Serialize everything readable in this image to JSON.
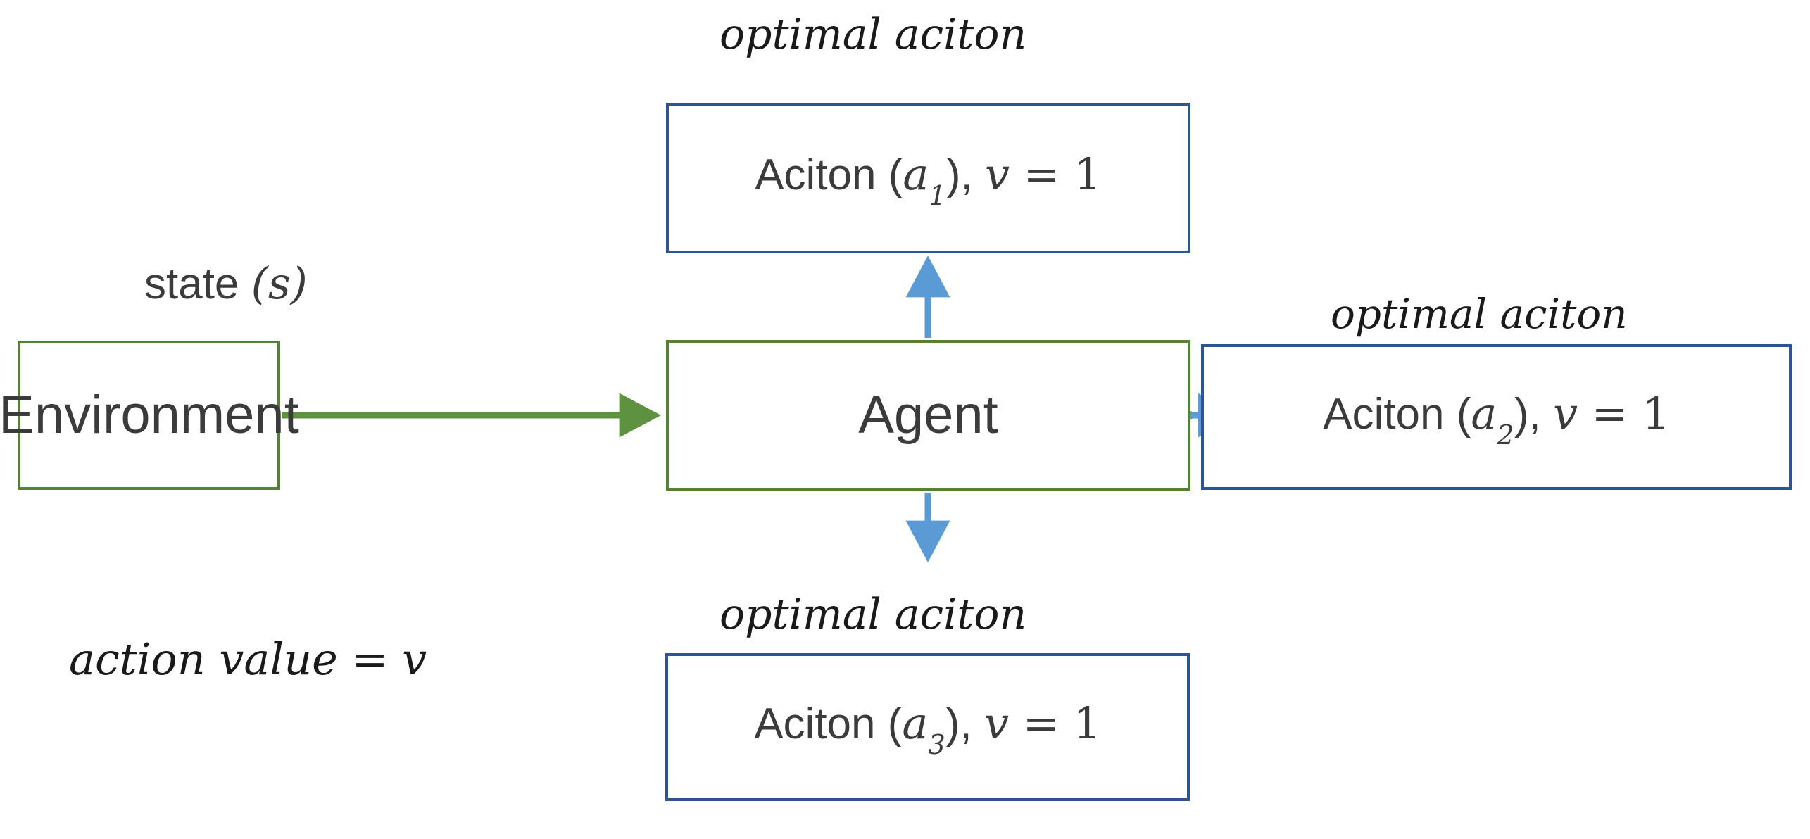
{
  "diagram": {
    "title": "Reinforcement learning agent-environment interaction",
    "background": "#ffffff",
    "colors": {
      "green_border": "#548235",
      "blue_border": "#2e5496",
      "green_arrow": "#5f9240",
      "blue_arrow": "#5b9bd5",
      "text": "#3b3b3b"
    }
  },
  "nodes": {
    "environment": {
      "label": "Environment",
      "border_color": "#548235"
    },
    "agent": {
      "label": "Agent",
      "border_color": "#548235"
    },
    "action_1": {
      "prefix": "Aciton (",
      "symbol": "a",
      "subscript": "1",
      "suffix": "), ",
      "value_symbol": "v",
      "equals": " = ",
      "value": "1",
      "full_text": "Aciton (a1), v = 1",
      "border_color": "#2e5496"
    },
    "action_2": {
      "prefix": "Aciton (",
      "symbol": "a",
      "subscript": "2",
      "suffix": "), ",
      "value_symbol": "v",
      "equals": " = ",
      "value": "1",
      "full_text": "Aciton (a2), v = 1",
      "border_color": "#2e5496"
    },
    "action_3": {
      "prefix": "Aciton (",
      "symbol": "a",
      "subscript": "3",
      "suffix": "), ",
      "value_symbol": "v",
      "equals": " = ",
      "value": "1",
      "full_text": "Aciton (a3), v = 1",
      "border_color": "#2e5496"
    }
  },
  "captions": {
    "state_label_word": "state",
    "state_label_symbol": "(s)",
    "optimal_action_top": "optimal aciton",
    "optimal_action_right": "optimal aciton",
    "optimal_action_bottom": "optimal aciton",
    "action_value_text": "action value",
    "action_value_equals": " = ",
    "action_value_symbol": "v"
  },
  "edges": [
    {
      "name": "environment-to-agent",
      "from": "environment",
      "to": "agent",
      "color": "#5f9240",
      "direction": "right"
    },
    {
      "name": "agent-to-action-1",
      "from": "agent",
      "to": "action_1",
      "color": "#5b9bd5",
      "direction": "up"
    },
    {
      "name": "agent-to-action-2",
      "from": "agent",
      "to": "action_2",
      "color": "#5b9bd5",
      "direction": "right"
    },
    {
      "name": "agent-to-action-3",
      "from": "agent",
      "to": "action_3",
      "color": "#5b9bd5",
      "direction": "down"
    }
  ]
}
